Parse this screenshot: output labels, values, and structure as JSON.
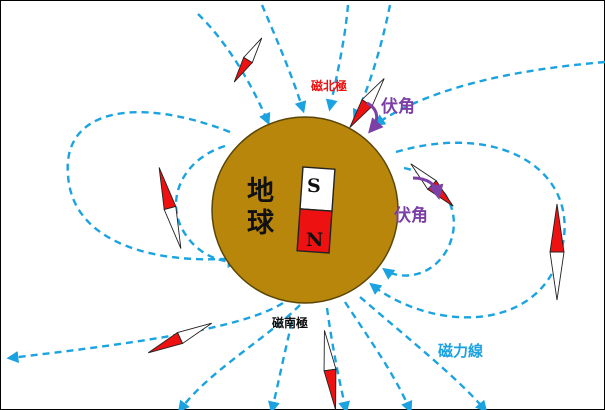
{
  "labels": {
    "earth_line1": "地",
    "earth_line2": "球",
    "magnet_south": "S",
    "magnet_north": "N",
    "north_pole": "磁北極",
    "south_pole": "磁南極",
    "dip_angle": "伏角",
    "field_line": "磁力線"
  },
  "colors": {
    "earth": "#b8860b",
    "earth_stroke": "#5a4606",
    "field_line": "#1aa3e0",
    "needle_red": "#ee1111",
    "dip_arc": "#7b3fa6",
    "north_pole_text": "#ee1111",
    "magnet_red": "#ee1111"
  },
  "icons": {
    "compass": "compass-needle-icon",
    "arrow": "field-arrow-icon"
  }
}
